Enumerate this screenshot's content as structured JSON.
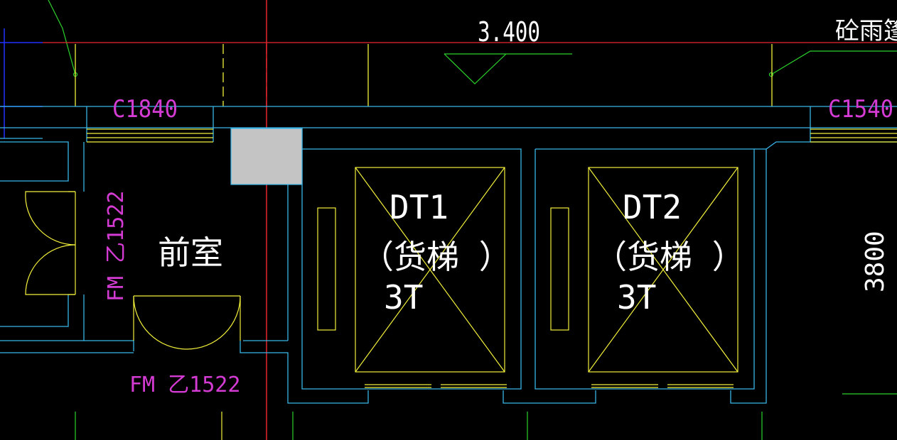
{
  "colors": {
    "background": "#000000",
    "wall": "#38B6E8",
    "window_door": "#F2F03A",
    "label": "#D43BD3",
    "text": "#FFFFFF",
    "leader": "#2BD32B",
    "axis": "#E8262E",
    "dim_blue": "#2030FF",
    "column_fill": "#C4C4C4"
  },
  "labels": {
    "elevation": "3.400",
    "canopy": "砼雨篷",
    "window_left": "C1840",
    "window_right": "C1540",
    "lobby": "前室",
    "door_side": "FM 乙1522",
    "door_bottom": "FM 乙1522",
    "dimension_right": "3800"
  },
  "elevators": [
    {
      "code": "DT1",
      "type": "（货梯 ）",
      "capacity": "3T"
    },
    {
      "code": "DT2",
      "type": "（货梯 ）",
      "capacity": "3T"
    }
  ]
}
